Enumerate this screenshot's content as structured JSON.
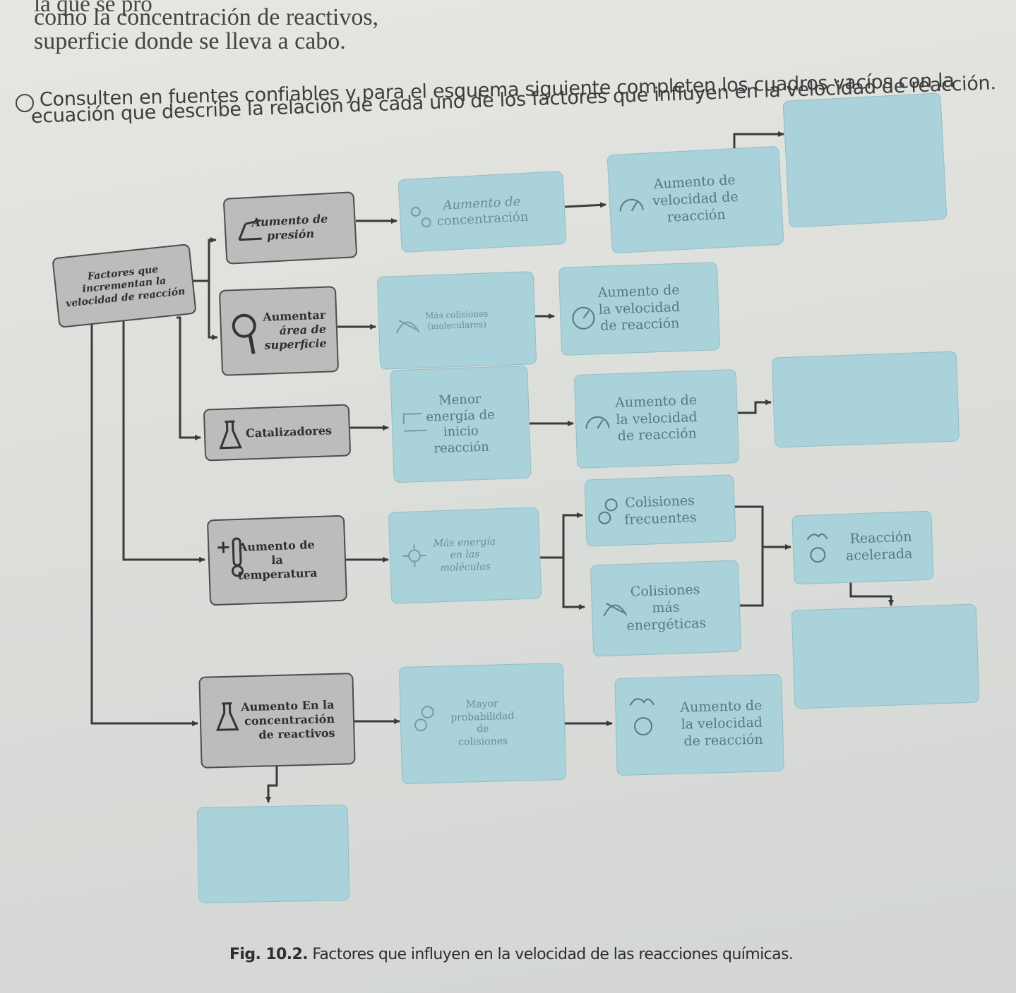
{
  "intro_text": {
    "line1": "la que se pro",
    "line2": "como la concentración de reactivos,",
    "line3": "superficie donde se lleva a cabo."
  },
  "instruction": {
    "line1": "Consulten en fuentes confiables y para el esquema siguiente completen los cuadros vacíos con la",
    "line2": "ecuación que describe la relación de cada uno de los factores que influyen en la velocidad de reacción."
  },
  "root": {
    "line1": "Factores que",
    "line2": "incrementan la",
    "line3": "velocidad de reacción"
  },
  "factors": {
    "presion": {
      "line1": "Aumento de",
      "line2": "presión"
    },
    "superficie": {
      "line1": "Aumentar",
      "line2": "área de",
      "line3": "superficie"
    },
    "catalizadores": {
      "label": "Catalizadores"
    },
    "temperatura": {
      "line1": "Aumento de",
      "line2": "la",
      "line3": "temperatura"
    },
    "concentracion": {
      "line1": "Aumento En la",
      "line2": "concentración",
      "line3": "de reactivos"
    }
  },
  "effects": {
    "concentracion": {
      "line1": "Aumento de",
      "line2": "concentración"
    },
    "colisiones": {
      "line1": "Más colisiones",
      "line2": "(moleculares)"
    },
    "energia": {
      "line1": "Menor",
      "line2": "energía de",
      "line3": "inicio",
      "line4": "reacción"
    },
    "mas_energia": {
      "line1": "Más energía",
      "line2": "en las",
      "line3": "moléculas"
    },
    "probabilidad": {
      "line1": "Mayor",
      "line2": "probabilidad",
      "line3": "de",
      "line4": "colisiones"
    }
  },
  "results": {
    "presion": {
      "line1": "Aumento de",
      "line2": "velocidad de",
      "line3": "reacción"
    },
    "superficie": {
      "line1": "Aumento de",
      "line2": "la velocidad",
      "line3": "de reacción"
    },
    "catalizadores": {
      "line1": "Aumento de",
      "line2": "la velocidad",
      "line3": "de reacción"
    },
    "frecuentes": {
      "line1": "Colisiones",
      "line2": "frecuentes"
    },
    "energeticas": {
      "line1": "Colisiones",
      "line2": "más",
      "line3": "energéticas"
    },
    "acelerada": {
      "line1": "Reacción",
      "line2": "acelerada"
    },
    "concentracion": {
      "line1": "Aumento de",
      "line2": "la velocidad",
      "line3": "de reacción"
    }
  },
  "caption": {
    "prefix": "Fig. 10.2.",
    "text": " Factores que influyen en la velocidad de las reacciones químicas."
  },
  "colors": {
    "blue_box": "#a9d2da",
    "grey_box": "#bdbcbc",
    "line": "#3a3a3a"
  }
}
